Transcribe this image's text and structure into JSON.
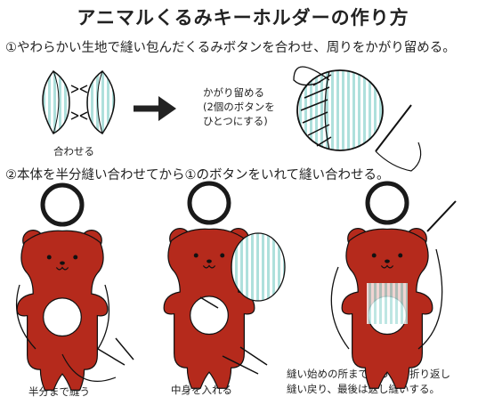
{
  "title": "アニマルくるみキーホルダーの作り方",
  "step1": "①やわらかい生地で縫い包んだくるみボタンを合わせ、周りをかがり留める。",
  "step2": "②本体を半分縫い合わせてから①のボタンをいれて縫い合わせる。",
  "labels": {
    "awaseru": "合わせる",
    "kagari_1": "かがり留める",
    "kagari_2": "(2個のボタンを",
    "kagari_3": "ひとつにする)",
    "hanbun": "半分まで縫う",
    "nakami": "中身を入れる",
    "end_1": "縫い始めの所まで戻ったら折り返し",
    "end_2": "縫い戻り、最後は返し縫いする。"
  },
  "colors": {
    "bear_red": "#b52a1c",
    "button_stripe": "#aee0dc",
    "ring": "#1a1a1a",
    "line": "#111111"
  },
  "icons": [
    "key-ring-icon",
    "needle-icon",
    "arrow-right-icon",
    "button-icon",
    "bear-icon"
  ]
}
